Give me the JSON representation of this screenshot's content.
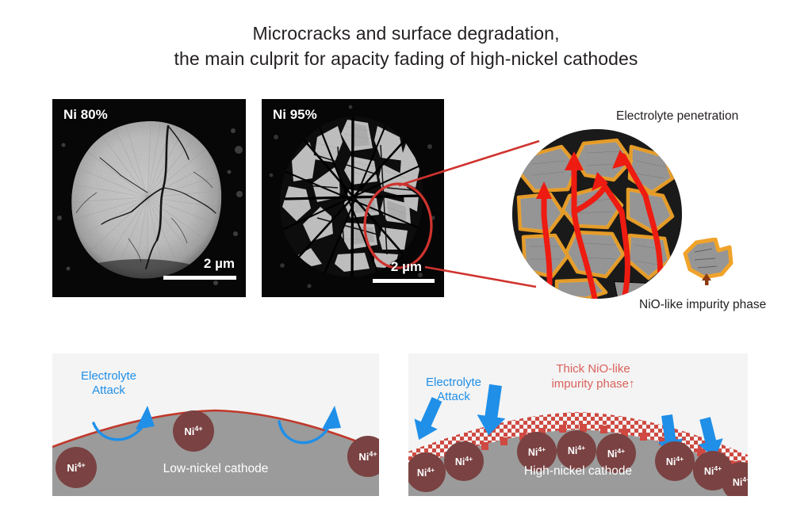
{
  "title": {
    "line1": "Microcracks and surface degradation,",
    "line2": "the main culprit for apacity fading of high-nickel cathodes"
  },
  "sem_panels": [
    {
      "id": "ni80",
      "label": "Ni 80%",
      "scale_bar": "2 µm",
      "description": "Cross-sectional SEM of a low-nickel (Ni 80%) secondary particle with few microcracks"
    },
    {
      "id": "ni95",
      "label": "Ni 95%",
      "scale_bar": "2 µm",
      "description": "Cross-sectional SEM of a high-nickel (Ni 95%) secondary particle with extensive radial microcracks"
    }
  ],
  "callout": {
    "penetration_label": "Electrolyte penetration",
    "impurity_label": "NiO-like impurity phase",
    "inset_description": "Magnified view of cracked grains with orange NiO-like surface layer and red electrolyte penetration arrows"
  },
  "schematics": [
    {
      "id": "low-nickel",
      "caption": "Low-nickel cathode",
      "attack_label_line1": "Electrolyte",
      "attack_label_line2": "Attack",
      "ion_label": "Ni",
      "ion_charge": "4+",
      "ion_count": 3,
      "surface_note": "Thin intact red surface film; electrolyte arrows deflect away"
    },
    {
      "id": "high-nickel",
      "caption": "High-nickel cathode",
      "attack_label_line1": "Electrolyte",
      "attack_label_line2": "Attack",
      "impurity_line1": "Thick NiO-like",
      "impurity_line2": "impurity phase↑",
      "ion_label": "Ni",
      "ion_charge": "4+",
      "ion_count": 9,
      "surface_note": "Thick checkered red NiO-like layer penetrated by electrolyte arrows"
    }
  ],
  "colors": {
    "title_text": "#231f20",
    "electrolyte_blue": "#1f8fe8",
    "impurity_red": "#d9625c",
    "surface_red": "#c0392b",
    "callout_red": "#d0332e",
    "nickel_ion": "#7a4242",
    "cathode_grey": "#9b9b9b",
    "panel_background": "#f4f4f4",
    "sem_background": "#050505",
    "coating_orange": "#f0a32a"
  }
}
